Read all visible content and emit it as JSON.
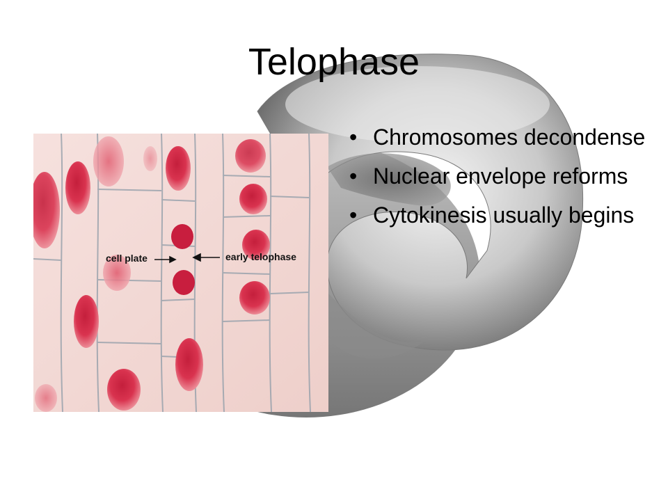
{
  "slide": {
    "title": "Telophase",
    "bullets": [
      "Chromosomes decondense",
      "Nuclear envelope reforms",
      "Cytokinesis usually begins"
    ],
    "bullet_glyph": "•"
  },
  "micrograph": {
    "label_cell_plate": "cell plate",
    "label_early_telophase": "early telophase",
    "colors": {
      "cytoplasm": "#f3d9d6",
      "nucleus": "#d92a4a",
      "wall": "#8e9aa6"
    }
  },
  "colors": {
    "background": "#ffffff",
    "text": "#000000",
    "shape_grey": "#9a9a9a"
  }
}
